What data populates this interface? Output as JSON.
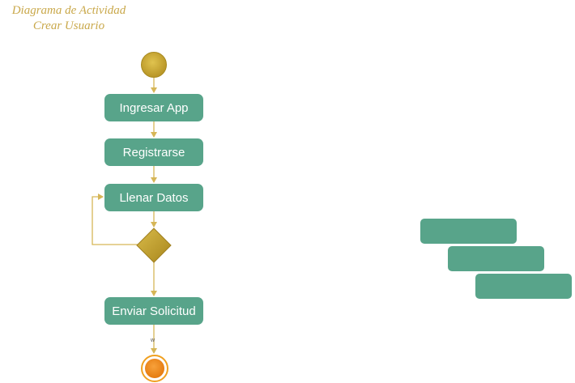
{
  "title": {
    "line1": "Diagrama de Actividad",
    "line2": "Crear Usuario"
  },
  "actions": {
    "ingresar": "Ingresar App",
    "registrarse": "Registrarse",
    "llenar": "Llenar Datos",
    "enviar": "Enviar Solicitud"
  },
  "edge_label": "w",
  "colors": {
    "action_fill": "#58a48a",
    "flow_line": "#d6b657",
    "title_text": "#c9a84a",
    "start_node": "#c9a83a",
    "end_node": "#ec8a22"
  }
}
